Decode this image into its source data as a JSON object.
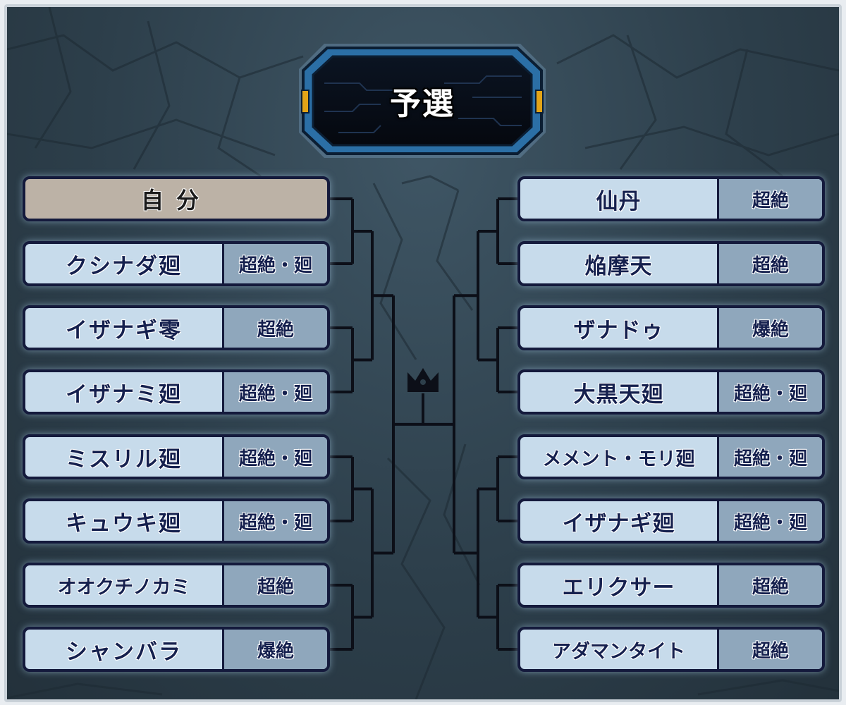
{
  "title": "予選",
  "left": [
    {
      "name": "自分",
      "badge": "",
      "self": true
    },
    {
      "name": "クシナダ廻",
      "badge": "超絶・廻"
    },
    {
      "name": "イザナギ零",
      "badge": "超絶"
    },
    {
      "name": "イザナミ廻",
      "badge": "超絶・廻"
    },
    {
      "name": "ミスリル廻",
      "badge": "超絶・廻"
    },
    {
      "name": "キュウキ廻",
      "badge": "超絶・廻"
    },
    {
      "name": "オオクチノカミ",
      "badge": "超絶"
    },
    {
      "name": "シャンバラ",
      "badge": "爆絶"
    }
  ],
  "right": [
    {
      "name": "仙丹",
      "badge": "超絶"
    },
    {
      "name": "焔摩天",
      "badge": "超絶"
    },
    {
      "name": "ザナドゥ",
      "badge": "爆絶"
    },
    {
      "name": "大黒天廻",
      "badge": "超絶・廻"
    },
    {
      "name": "メメント・モリ廻",
      "badge": "超絶・廻"
    },
    {
      "name": "イザナギ廻",
      "badge": "超絶・廻"
    },
    {
      "name": "エリクサー",
      "badge": "超絶"
    },
    {
      "name": "アダマンタイト",
      "badge": "超絶"
    }
  ],
  "icons": {
    "crown": "crown-icon"
  },
  "colors": {
    "background": "#2d3f4b",
    "entry": "#c7dbeb",
    "badge": "#8fa7bc",
    "self_entry": "#bcb2a6",
    "border": "#141a3c",
    "plate_accent": "#2b6fa6",
    "gold": "#e3a417"
  }
}
